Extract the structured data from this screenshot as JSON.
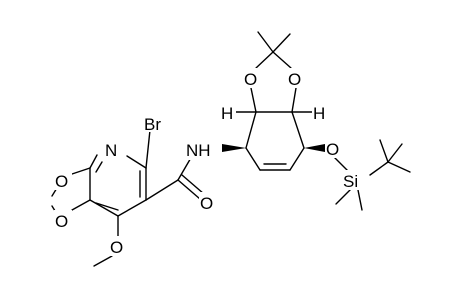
{
  "molecule": {
    "atoms": {
      "N": "N",
      "Br": "Br",
      "NH": "NH",
      "O_ring_a": "O",
      "O_ring_b": "O",
      "O_methoxy": "O",
      "O_carbonyl": "O",
      "O_dioxolane_left": "O",
      "O_dioxolane_right": "O",
      "H_left": "H",
      "H_right": "H",
      "O_silyl_ether": "O",
      "Si": "Si"
    }
  },
  "colors": {
    "bond": "#000000",
    "background": "#ffffff"
  }
}
